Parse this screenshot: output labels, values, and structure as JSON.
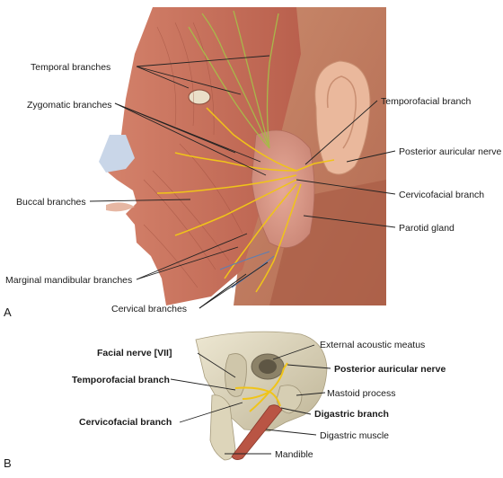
{
  "panel_a": {
    "letter": "A",
    "labels": {
      "temporal": "Temporal branches",
      "zygomatic": "Zygomatic branches",
      "buccal": "Buccal branches",
      "marginal": "Marginal mandibular branches",
      "cervical": "Cervical branches",
      "temporofacial": "Temporofacial branch",
      "posterior_auricular": "Posterior auricular nerve",
      "cervicofacial": "Cervicofacial branch",
      "parotid": "Parotid gland"
    }
  },
  "panel_b": {
    "letter": "B",
    "labels": {
      "facial_nerve": "Facial nerve [VII]",
      "temporofacial": "Temporofacial branch",
      "cervicofacial": "Cervicofacial branch",
      "external_meatus": "External acoustic meatus",
      "posterior_auricular": "Posterior auricular nerve",
      "mastoid": "Mastoid process",
      "digastric_branch": "Digastric branch",
      "digastric_muscle": "Digastric muscle",
      "mandible": "Mandible"
    }
  },
  "colors": {
    "muscle": "#c9735e",
    "muscle_dark": "#a24f3f",
    "skin": "#e8b9a1",
    "ear": "#eab89c",
    "gland": "#d99a8a",
    "nerve": "#f0c419",
    "nerve_green": "#a8b84a",
    "bone": "#ddd6bf",
    "bone_dark": "#b5ab8c"
  }
}
